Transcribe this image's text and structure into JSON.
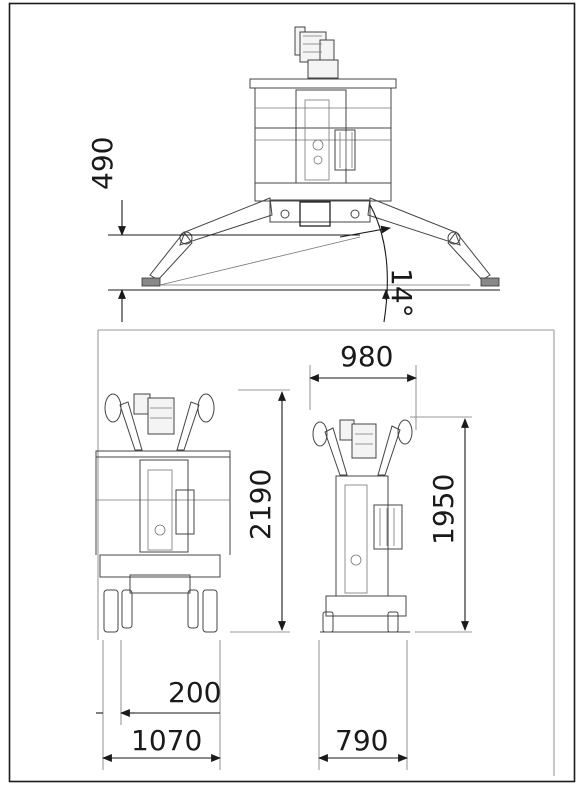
{
  "colors": {
    "background": "#ffffff",
    "border": "#1a1a1a",
    "line": "#1a1a1a"
  },
  "front_view": {
    "outrigger_height": "490",
    "outrigger_angle": "14°"
  },
  "folded_front_view": {
    "height": "2190",
    "width": "1070",
    "wheel_offset": "200"
  },
  "folded_side_view": {
    "height": "1950",
    "platform_length": "980",
    "width": "790"
  }
}
